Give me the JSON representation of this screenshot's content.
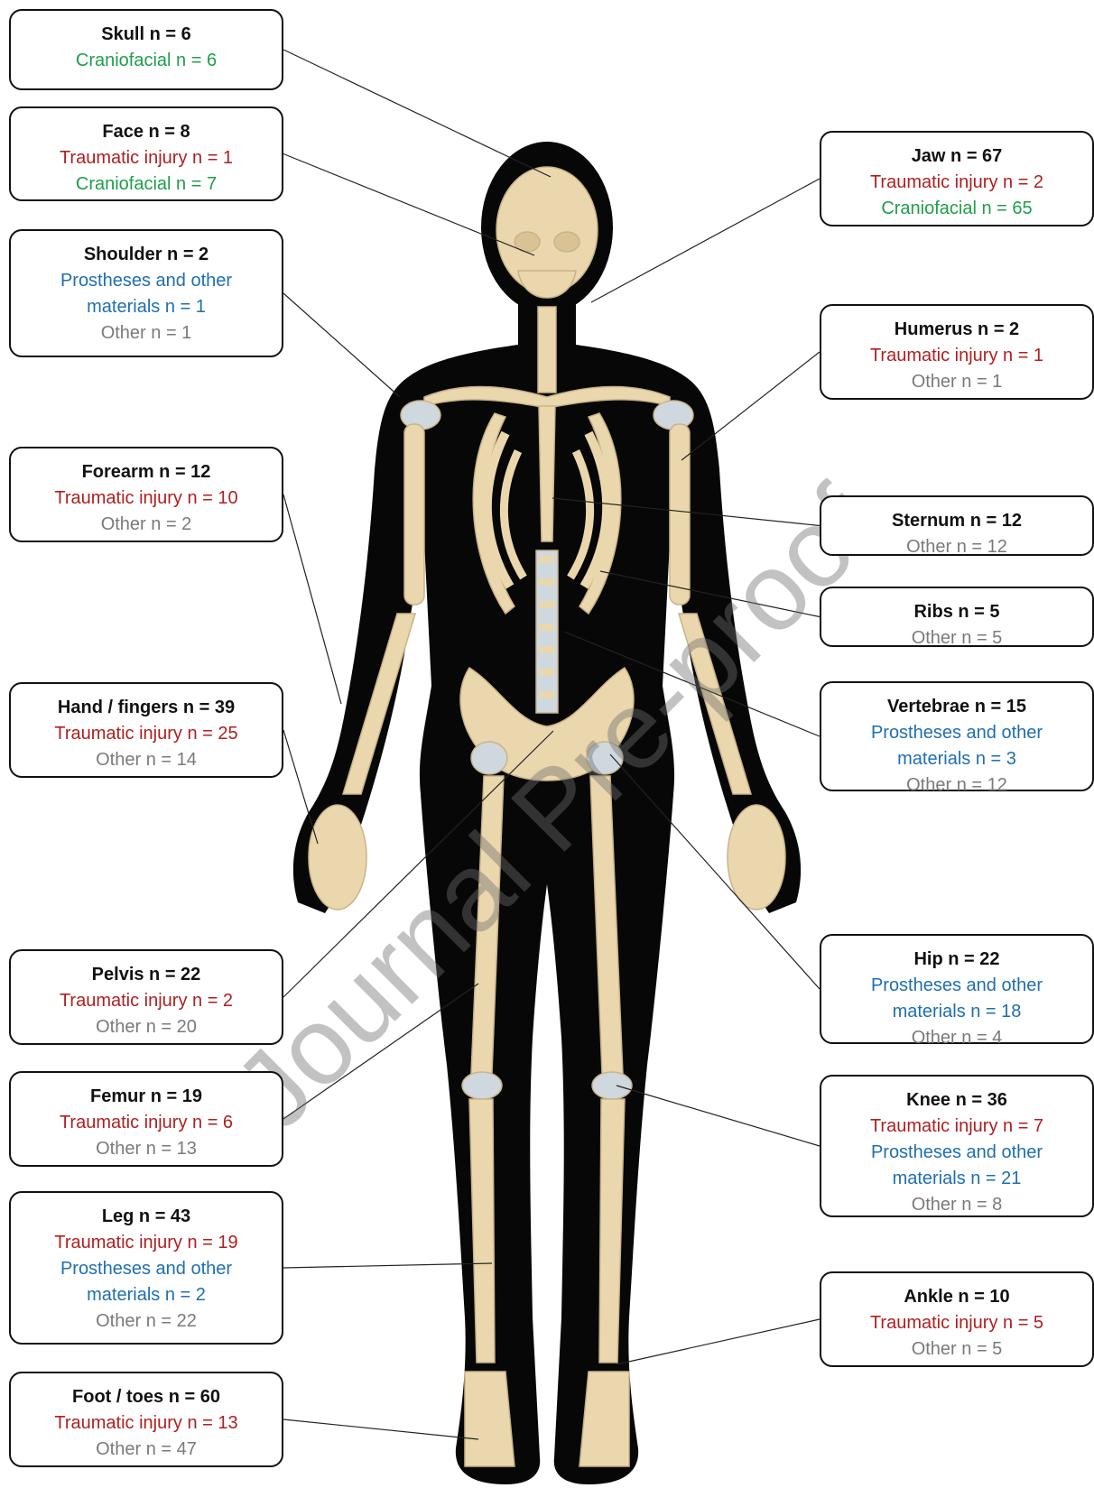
{
  "colors": {
    "traumatic": "#b01f1f",
    "craniofacial": "#1e9e4a",
    "prostheses": "#1e6fb0",
    "other": "#7a7a7a",
    "title": "#111111",
    "silhouette": "#070707",
    "bone": "#ead7ad",
    "cartilage": "#cfd8de"
  },
  "watermark": "Journal Pre-proof",
  "regions": [
    {
      "id": "skull",
      "title": "Skull n = 6",
      "lines": [
        {
          "text": "Craniofacial n = 6",
          "category": "craniofacial"
        }
      ]
    },
    {
      "id": "face",
      "title": "Face n = 8",
      "lines": [
        {
          "text": "Traumatic injury n = 1",
          "category": "traumatic"
        },
        {
          "text": "Craniofacial n = 7",
          "category": "craniofacial"
        }
      ]
    },
    {
      "id": "shoulder",
      "title": "Shoulder n = 2",
      "lines": [
        {
          "text": "Prostheses and other",
          "category": "prostheses"
        },
        {
          "text": "materials n = 1",
          "category": "prostheses"
        },
        {
          "text": "Other n = 1",
          "category": "other"
        }
      ]
    },
    {
      "id": "forearm",
      "title": "Forearm n = 12",
      "lines": [
        {
          "text": "Traumatic injury n = 10",
          "category": "traumatic"
        },
        {
          "text": "Other n = 2",
          "category": "other"
        }
      ]
    },
    {
      "id": "hand",
      "title": "Hand / fingers n = 39",
      "lines": [
        {
          "text": "Traumatic injury n = 25",
          "category": "traumatic"
        },
        {
          "text": "Other n = 14",
          "category": "other"
        }
      ]
    },
    {
      "id": "pelvis",
      "title": "Pelvis n = 22",
      "lines": [
        {
          "text": "Traumatic injury n = 2",
          "category": "traumatic"
        },
        {
          "text": "Other n = 20",
          "category": "other"
        }
      ]
    },
    {
      "id": "femur",
      "title": "Femur n = 19",
      "lines": [
        {
          "text": "Traumatic injury n = 6",
          "category": "traumatic"
        },
        {
          "text": "Other n = 13",
          "category": "other"
        }
      ]
    },
    {
      "id": "leg",
      "title": "Leg n = 43",
      "lines": [
        {
          "text": "Traumatic injury n = 19",
          "category": "traumatic"
        },
        {
          "text": "Prostheses and other",
          "category": "prostheses"
        },
        {
          "text": "materials n = 2",
          "category": "prostheses"
        },
        {
          "text": "Other n = 22",
          "category": "other"
        }
      ]
    },
    {
      "id": "foot",
      "title": "Foot / toes n = 60",
      "lines": [
        {
          "text": "Traumatic injury n = 13",
          "category": "traumatic"
        },
        {
          "text": "Other n = 47",
          "category": "other"
        }
      ]
    },
    {
      "id": "jaw",
      "title": "Jaw n = 67",
      "lines": [
        {
          "text": "Traumatic injury n = 2",
          "category": "traumatic"
        },
        {
          "text": "Craniofacial n = 65",
          "category": "craniofacial"
        }
      ]
    },
    {
      "id": "humerus",
      "title": "Humerus n = 2",
      "lines": [
        {
          "text": "Traumatic injury n = 1",
          "category": "traumatic"
        },
        {
          "text": "Other n = 1",
          "category": "other"
        }
      ]
    },
    {
      "id": "sternum",
      "title": "Sternum n = 12",
      "lines": [
        {
          "text": "Other n = 12",
          "category": "other"
        }
      ]
    },
    {
      "id": "ribs",
      "title": "Ribs n = 5",
      "lines": [
        {
          "text": "Other n = 5",
          "category": "other"
        }
      ]
    },
    {
      "id": "vertebrae",
      "title": "Vertebrae n = 15",
      "lines": [
        {
          "text": "Prostheses and other",
          "category": "prostheses"
        },
        {
          "text": "materials n = 3",
          "category": "prostheses"
        },
        {
          "text": "Other n = 12",
          "category": "other"
        }
      ]
    },
    {
      "id": "hip",
      "title": "Hip n = 22",
      "lines": [
        {
          "text": "Prostheses and other",
          "category": "prostheses"
        },
        {
          "text": "materials n = 18",
          "category": "prostheses"
        },
        {
          "text": "Other n = 4",
          "category": "other"
        }
      ]
    },
    {
      "id": "knee",
      "title": "Knee n = 36",
      "lines": [
        {
          "text": "Traumatic injury n = 7",
          "category": "traumatic"
        },
        {
          "text": "Prostheses and other",
          "category": "prostheses"
        },
        {
          "text": "materials n = 21",
          "category": "prostheses"
        },
        {
          "text": "Other n = 8",
          "category": "other"
        }
      ]
    },
    {
      "id": "ankle",
      "title": "Ankle n = 10",
      "lines": [
        {
          "text": "Traumatic injury n = 5",
          "category": "traumatic"
        },
        {
          "text": "Other n = 5",
          "category": "other"
        }
      ]
    }
  ]
}
